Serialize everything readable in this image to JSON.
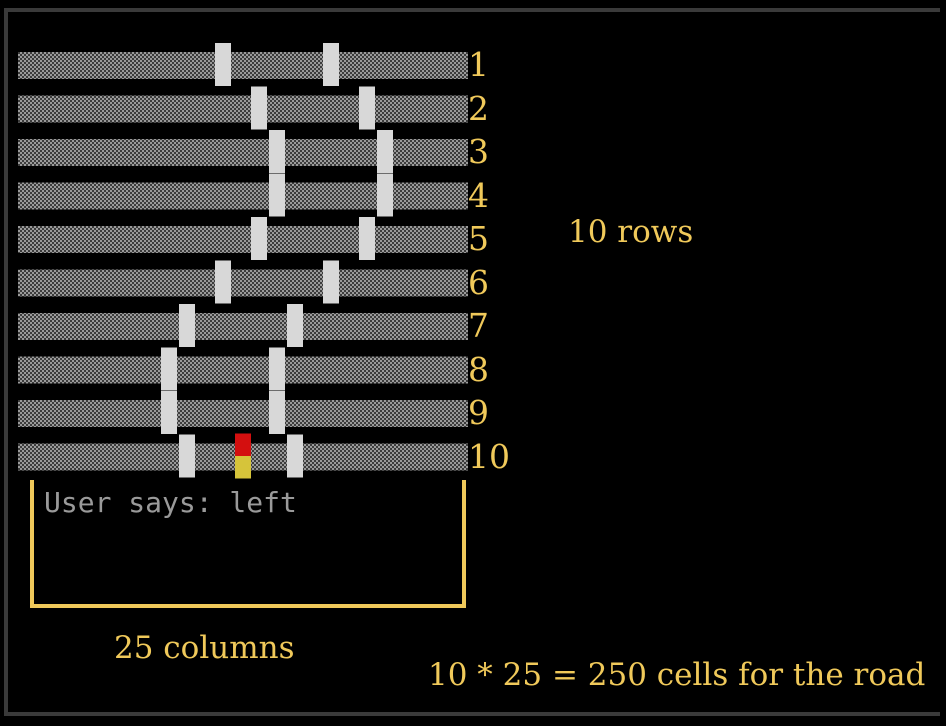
{
  "road": {
    "rows": 10,
    "columns": 25,
    "edges": [
      [
        11,
        17
      ],
      [
        13,
        19
      ],
      [
        14,
        20
      ],
      [
        14,
        20
      ],
      [
        13,
        19
      ],
      [
        11,
        17
      ],
      [
        9,
        15
      ],
      [
        8,
        14
      ],
      [
        8,
        14
      ],
      [
        9,
        15
      ]
    ],
    "car": {
      "row": 10,
      "column": 12
    },
    "colors": {
      "texture_light": "#9a9a9a",
      "texture_dark": "#3c3c3c",
      "wall": "#d8d8d8",
      "car_top": "#d40f0f",
      "car_bottom": "#d6c43a",
      "annotation": "#f0c95a"
    }
  },
  "row_numbers": [
    "1",
    "2",
    "3",
    "4",
    "5",
    "6",
    "7",
    "8",
    "9",
    "10"
  ],
  "terminal": {
    "text": "User says: left"
  },
  "annotations": {
    "rows": "10 rows",
    "columns": "25 columns",
    "cells": "10 * 25 = 250 cells for the road"
  }
}
